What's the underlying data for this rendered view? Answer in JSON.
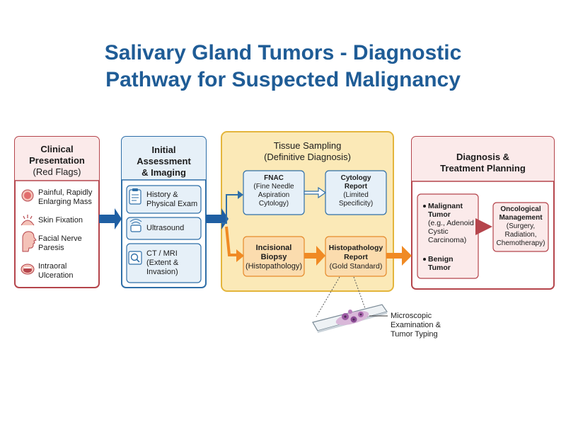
{
  "title": {
    "line1": "Salivary Gland Tumors - Diagnostic",
    "line2": "Pathway for Suspected Malignancy"
  },
  "clinical": {
    "heading1": "Clinical",
    "heading2": "Presentation",
    "heading3": "(Red Flags)",
    "items": [
      {
        "l1": "Painful, Rapidly",
        "l2": "Enlarging Mass",
        "icon": "swollen-mass-icon"
      },
      {
        "l1": "Skin Fixation",
        "l2": "",
        "icon": "skin-fixation-icon"
      },
      {
        "l1": "Facial Nerve",
        "l2": "Paresis",
        "icon": "face-profile-icon"
      },
      {
        "l1": "Intraoral",
        "l2": "Ulceration",
        "icon": "open-mouth-icon"
      }
    ]
  },
  "initial": {
    "heading1": "Initial",
    "heading2": "Assessment",
    "heading3": "& Imaging",
    "items": [
      {
        "l1": "History &",
        "l2": "Physical Exam",
        "l3": "",
        "icon": "clipboard-icon"
      },
      {
        "l1": "Ultrasound",
        "l2": "",
        "l3": "",
        "icon": "ultrasound-probe-icon"
      },
      {
        "l1": "CT / MRI",
        "l2": "(Extent &",
        "l3": "Invasion)",
        "icon": "scan-magnifier-icon"
      }
    ]
  },
  "tissue": {
    "heading1": "Tissue Sampling",
    "heading2": "(Definitive Diagnosis)",
    "fnac": {
      "l1": "FNAC",
      "l2": "(Fine Needle",
      "l3": "Aspiration",
      "l4": "Cytology)"
    },
    "cytology": {
      "l1": "Cytology",
      "l2": "Report",
      "l3": "(Limited",
      "l4": "Specificity)"
    },
    "biopsy": {
      "l1": "Incisional",
      "l2": "Biopsy",
      "l3": "(Histopathology)"
    },
    "histo": {
      "l1": "Histopathology",
      "l2": "Report",
      "l3": "(Gold Standard)"
    }
  },
  "microscopic": {
    "l1": "Microscopic",
    "l2": "Examination &",
    "l3": "Tumor Typing"
  },
  "diagnosis": {
    "heading1": "Diagnosis &",
    "heading2": "Treatment Planning",
    "malignant": {
      "l1": "Malignant",
      "l2": "Tumor",
      "l3": "(e.g., Adenoid",
      "l4": "Cystic",
      "l5": "Carcinoma)"
    },
    "benign": {
      "l1": "Benign",
      "l2": "Tumor"
    },
    "oncology": {
      "l1": "Oncological",
      "l2": "Management",
      "l3": "(Surgery,",
      "l4": "Radiation,",
      "l5": "Chemotherapy)"
    }
  },
  "colors": {
    "title": "#1f5c96",
    "red_border": "#b5454c",
    "red_fill": "#fbeaea",
    "blue_border": "#2f6fa8",
    "blue_fill": "#e6f0f8",
    "tissue_fill": "#fbe9b7",
    "tissue_border": "#e4b53c",
    "orange": "#f08a24",
    "arrow_blue": "#1f5fa3"
  }
}
